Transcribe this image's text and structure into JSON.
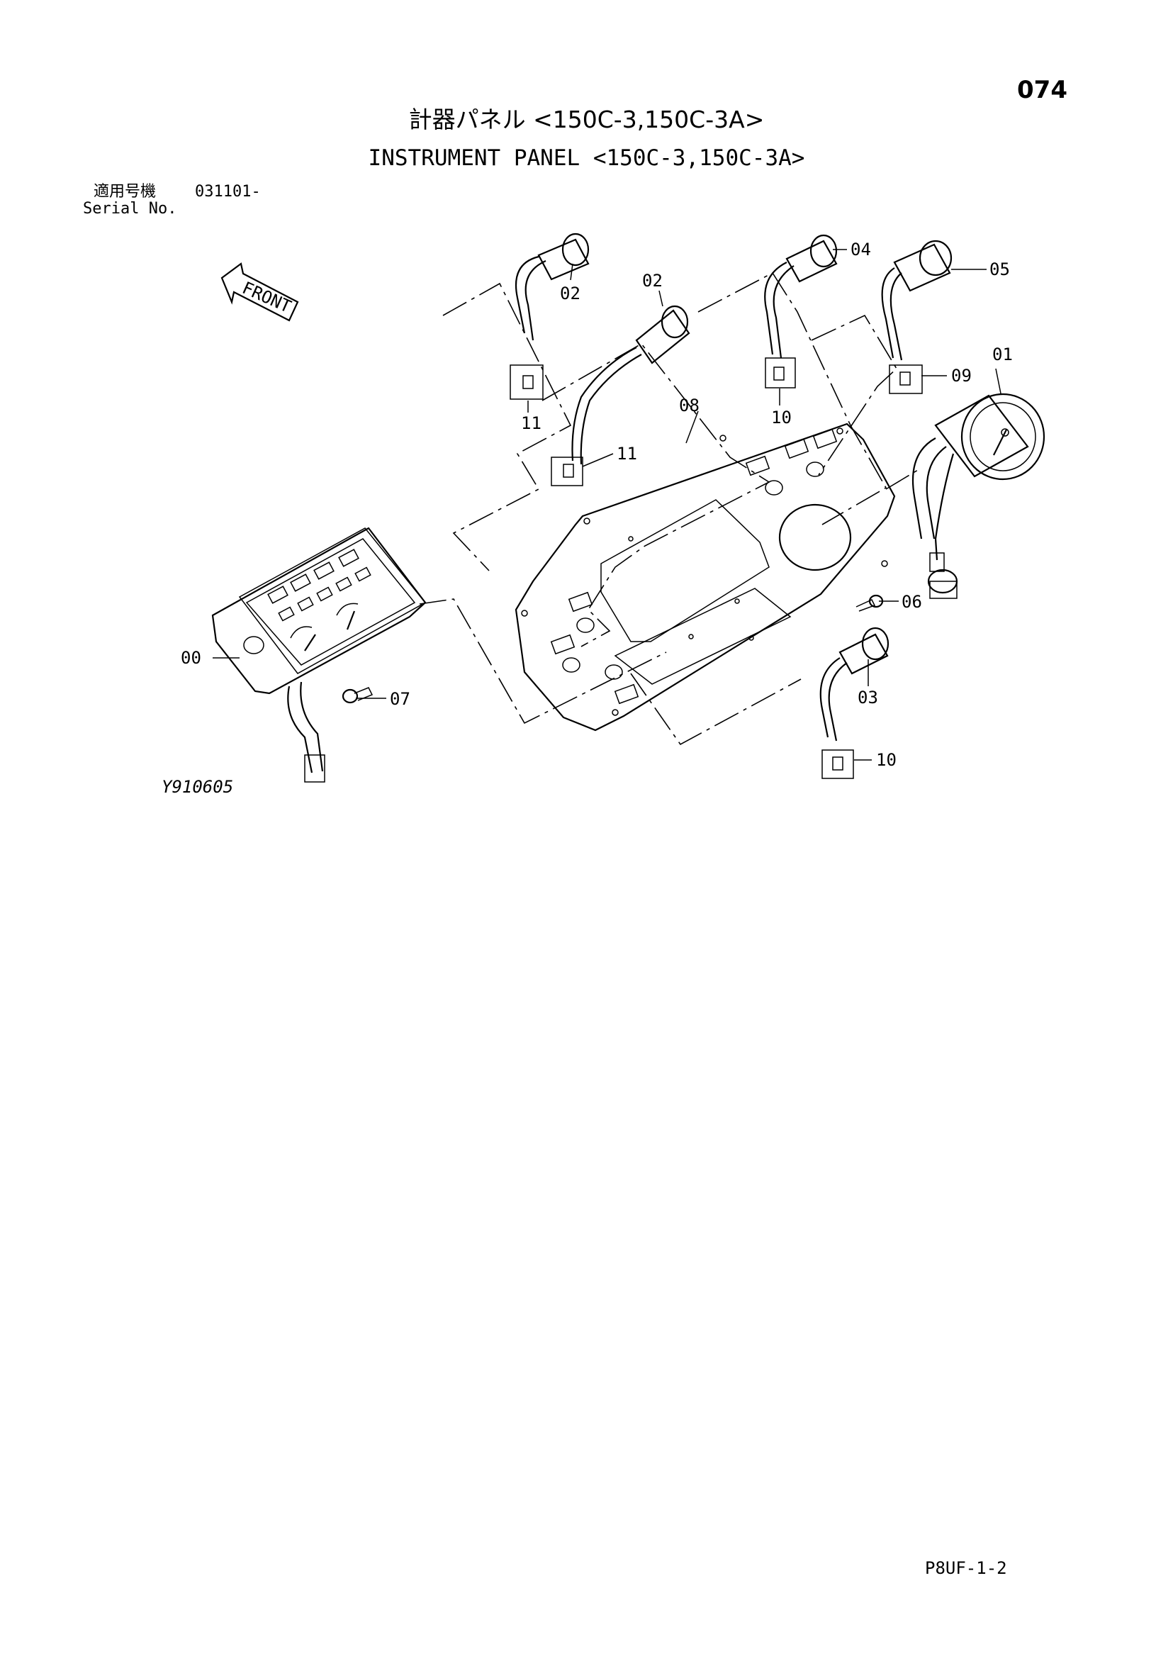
{
  "page_number": "074",
  "title_jp": "計器パネル <150C-3,150C-3A>",
  "title_en": "INSTRUMENT PANEL <150C-3,150C-3A>",
  "serial_label_jp": "適用号機",
  "serial_value": "031101-",
  "serial_label_en": "Serial No.",
  "front_label": "FRONT",
  "figure_id": "Y910605",
  "footer_code": "P8UF-1-2",
  "callouts": {
    "c00": "00",
    "c01": "01",
    "c02a": "02",
    "c02b": "02",
    "c03": "03",
    "c04": "04",
    "c05": "05",
    "c06": "06",
    "c07": "07",
    "c08": "08",
    "c09": "09",
    "c10a": "10",
    "c10b": "10",
    "c11a": "11",
    "c11b": "11"
  }
}
